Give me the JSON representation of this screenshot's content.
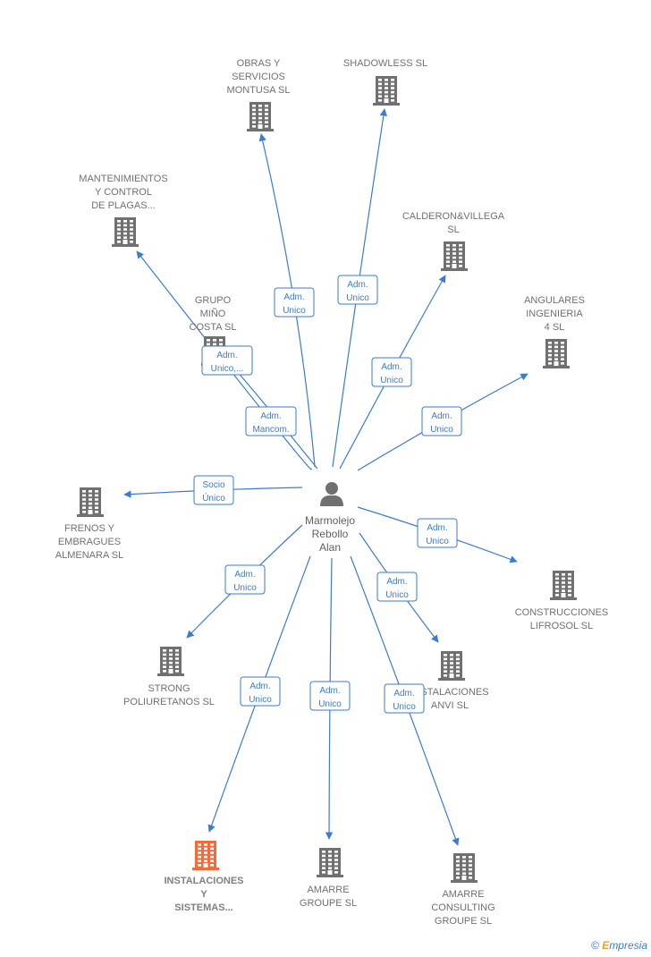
{
  "center": {
    "name": [
      "Marmolejo",
      "Rebollo",
      "Alan"
    ]
  },
  "colors": {
    "edge": "#3a7bd5",
    "building": "#707070",
    "focus_building": "#f26b3a"
  },
  "nodes": [
    {
      "id": "obras",
      "label": [
        "OBRAS Y",
        "SERVICIOS",
        "MONTUSA  SL"
      ],
      "focus": false
    },
    {
      "id": "shadowless",
      "label": [
        "SHADOWLESS SL"
      ],
      "focus": false
    },
    {
      "id": "mantenim",
      "label": [
        "MANTENIMIENTOS",
        "Y CONTROL",
        "DE PLAGAS..."
      ],
      "focus": false
    },
    {
      "id": "calderon",
      "label": [
        "CALDERON&VILLEGA",
        "SL"
      ],
      "focus": false
    },
    {
      "id": "grupo",
      "label": [
        "GRUPO",
        "MIÑO",
        "COSTA SL"
      ],
      "focus": false
    },
    {
      "id": "angulares",
      "label": [
        "ANGULARES",
        "INGENIERIA",
        "4  SL"
      ],
      "focus": false
    },
    {
      "id": "frenos",
      "label": [
        "FRENOS Y",
        "EMBRAGUES",
        "ALMENARA SL"
      ],
      "focus": false
    },
    {
      "id": "construc",
      "label": [
        "CONSTRUCCIONES",
        "LIFROSOL  SL"
      ],
      "focus": false
    },
    {
      "id": "strong",
      "label": [
        "STRONG",
        "POLIURETANOS SL"
      ],
      "focus": false
    },
    {
      "id": "anvi",
      "label": [
        "INSTALACIONES",
        "ANVI SL"
      ],
      "focus": false
    },
    {
      "id": "instal",
      "label": [
        "INSTALACIONES",
        "Y",
        "SISTEMAS..."
      ],
      "focus": true
    },
    {
      "id": "amarre",
      "label": [
        "AMARRE",
        "GROUPE  SL"
      ],
      "focus": false
    },
    {
      "id": "amarrecons",
      "label": [
        "AMARRE",
        "CONSULTING",
        "GROUPE SL"
      ],
      "focus": false
    }
  ],
  "edges": [
    {
      "to": "obras",
      "label": [
        "Adm.",
        "Unico"
      ]
    },
    {
      "to": "shadowless",
      "label": [
        "Adm.",
        "Unico"
      ]
    },
    {
      "to": "mantenim",
      "label": [
        "Adm.",
        "Mancom."
      ]
    },
    {
      "to": "calderon",
      "label": [
        "Adm.",
        "Unico"
      ]
    },
    {
      "to": "grupo",
      "label": [
        "Adm.",
        "Unico,..."
      ]
    },
    {
      "to": "angulares",
      "label": [
        "Adm.",
        "Unico"
      ]
    },
    {
      "to": "frenos",
      "label": [
        "Socio",
        "Único"
      ]
    },
    {
      "to": "construc",
      "label": [
        "Adm.",
        "Unico"
      ]
    },
    {
      "to": "strong",
      "label": [
        "Adm.",
        "Unico"
      ]
    },
    {
      "to": "anvi",
      "label": [
        "Adm.",
        "Unico"
      ]
    },
    {
      "to": "instal",
      "label": [
        "Adm.",
        "Unico"
      ]
    },
    {
      "to": "amarre",
      "label": [
        "Adm.",
        "Unico"
      ]
    },
    {
      "to": "amarrecons",
      "label": [
        "Adm.",
        "Unico"
      ]
    }
  ],
  "footer": {
    "copyright": "©",
    "brand_first": "E",
    "brand_rest": "mpresia"
  }
}
